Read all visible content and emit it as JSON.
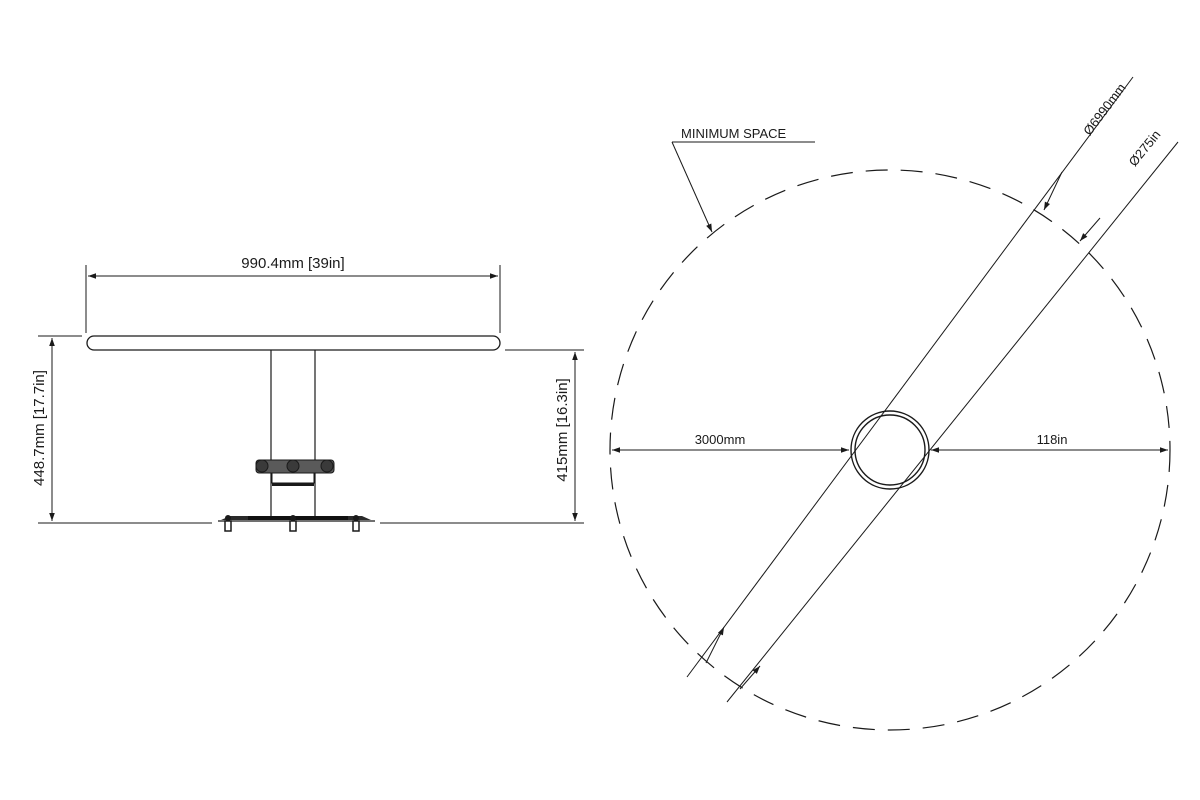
{
  "side_view": {
    "width_label": "990.4mm [39in]",
    "total_height_label": "448.7mm [17.7in]",
    "mast_height_label": "415mm [16.3in]"
  },
  "top_view": {
    "note_label": "MINIMUM SPACE",
    "radius_mm_label": "3000mm",
    "radius_in_label": "118in",
    "diameter_mm_label": "Ø6990mm",
    "diameter_in_label": "Ø275in"
  }
}
